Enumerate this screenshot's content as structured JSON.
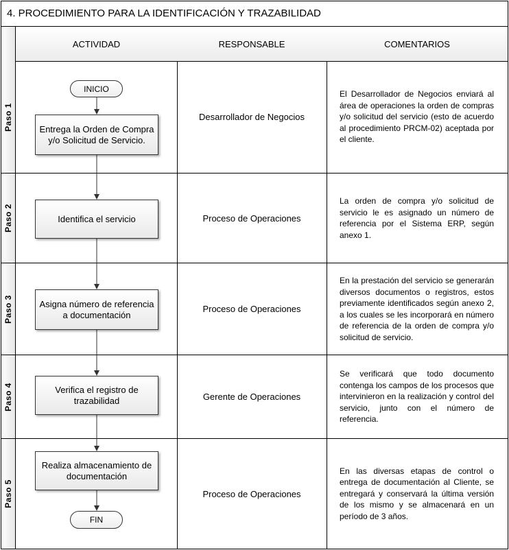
{
  "title": "4. PROCEDIMIENTO PARA LA IDENTIFICACIÓN Y TRAZABILIDAD",
  "headers": {
    "actividad": "ACTIVIDAD",
    "responsable": "RESPONSABLE",
    "comentarios": "COMENTARIOS"
  },
  "steps": [
    {
      "lane": "Paso 1",
      "activity": "Entrega la Orden de Compra y/o Solicitud de Servicio.",
      "responsable": "Desarrollador de Negocios",
      "comentario": "El Desarrollador de Negocios enviará al área de operaciones la orden de compras y/o solicitud del servicio (esto de acuerdo al procedimiento PRCM-02) aceptada por el cliente."
    },
    {
      "lane": "Paso 2",
      "activity": "Identifica el servicio",
      "responsable": "Proceso de Operaciones",
      "comentario": "La orden de compra y/o solicitud de servicio le es asignado un número de referencia por el Sistema ERP, según anexo 1."
    },
    {
      "lane": "Paso 3",
      "activity": "Asigna número de referencia a documentación",
      "responsable": "Proceso de Operaciones",
      "comentario": "En la prestación del servicio se generarán diversos documentos o registros, estos previamente identificados según anexo 2, a los cuales se les incorporará en número de referencia de la orden de compra y/o solicitud de servicio."
    },
    {
      "lane": "Paso 4",
      "activity": "Verifica el registro de trazabilidad",
      "responsable": "Gerente de Operaciones",
      "comentario": "Se verificará que todo documento contenga los campos de los procesos que intervinieron en la realización y control del servicio, junto con el número de referencia."
    },
    {
      "lane": "Paso 5",
      "activity": "Realiza almacenamiento de documentación",
      "responsable": "Proceso de Operaciones",
      "comentario": "En las diversas etapas de control o entrega de documentación al Cliente, se entregará y conservará la última versión de los mismo y se almacenará en un período de 3 años."
    }
  ],
  "terminals": {
    "start": "INICIO",
    "end": "FIN"
  }
}
